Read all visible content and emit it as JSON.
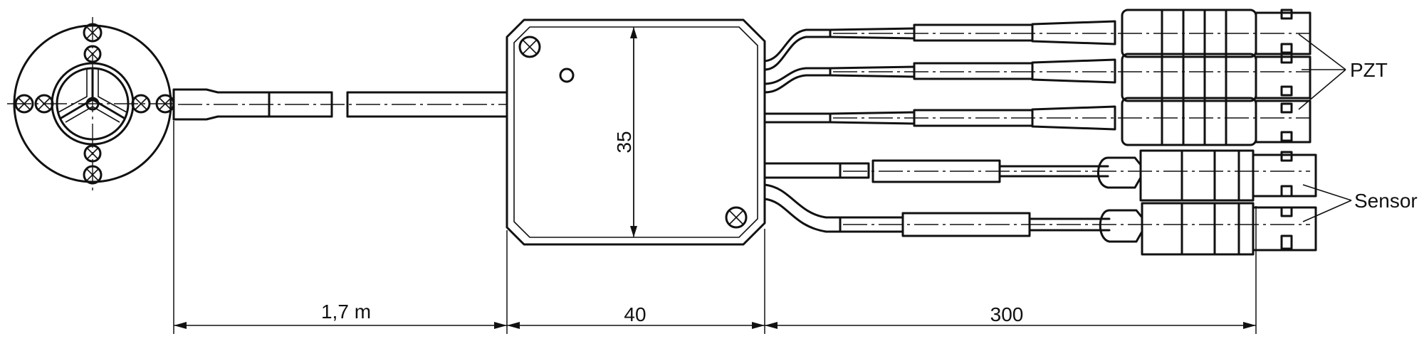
{
  "drawing": {
    "dimensions": {
      "cable_length": "1,7 m",
      "box_width": "40",
      "box_height": "35",
      "connector_length": "300"
    },
    "labels": {
      "pzt": "PZT",
      "sensor": "Sensor"
    }
  }
}
